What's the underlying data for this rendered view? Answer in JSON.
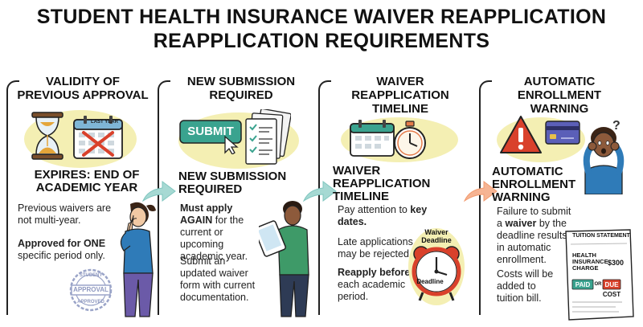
{
  "title": {
    "line1": "STUDENT HEALTH INSURANCE WAIVER REAPPLICATION",
    "line2": "REAPPLICATION REQUIREMENTS"
  },
  "columns": [
    {
      "heading": [
        "VALIDITY OF",
        "PREVIOUS APPROVAL"
      ],
      "calendar_label": "LAST YEAR",
      "subheading": [
        "EXPIRES: END OF",
        "ACADEMIC YEAR"
      ],
      "p1": "Previous waivers are not multi-year.",
      "p2_bold": "Approved for ONE",
      "p2_rest": "specific period only.",
      "stamp_top": "STUDENT",
      "stamp_mid": "APPROVAL",
      "stamp_bottom": "APPROVED"
    },
    {
      "heading": [
        "NEW SUBMISSION",
        "REQUIRED"
      ],
      "submit_label": "SUBMIT",
      "subheading": [
        "NEW SUBMISSION",
        "REQUIRED"
      ],
      "p1_bold": "Must apply AGAIN",
      "p1_rest": "for the current or upcoming academic year.",
      "p2": "Submit an updated waiver form with current documentation."
    },
    {
      "heading": [
        "WAIVER",
        "REAPPLICATION",
        "TIMELINE"
      ],
      "subheading": [
        "WAIVER",
        "REAPPLICATION",
        "TIMELINE"
      ],
      "p1_pre": "Pay attention to",
      "p1_bold": "key dates.",
      "p2": "Late applications may be rejected.",
      "p3_bold": "Reapply before",
      "p3_rest": "each academic period.",
      "clock_top": [
        "Waiver",
        "Deadline"
      ],
      "clock_bottom": "Deadline"
    },
    {
      "heading": [
        "AUTOMATIC",
        "ENROLLMENT",
        "WARNING"
      ],
      "subheading": [
        "AUTOMATIC",
        "ENROLLMENT",
        "WARNING"
      ],
      "p1_pre": "Failure to submit a",
      "p1_bold": "waiver",
      "p1_rest": "by the deadline results in automatic enrollment.",
      "p2": "Costs will be added to tuition bill.",
      "question": "?",
      "statement": {
        "title": "TUITION STATEMENT",
        "charge_label": [
          "HEALTH",
          "INSURANCE",
          "CHARGE"
        ],
        "charge_amount": "$300",
        "paid": "PAID",
        "or": "OR",
        "due": "DUE",
        "cost": "COST"
      }
    }
  ],
  "colors": {
    "arrow_teal": "#7fc6bf",
    "arrow_orange": "#f29a6e",
    "warning_red": "#d9412b",
    "submit_green": "#3aa38f",
    "blob_yellow": "#f4efb3"
  }
}
